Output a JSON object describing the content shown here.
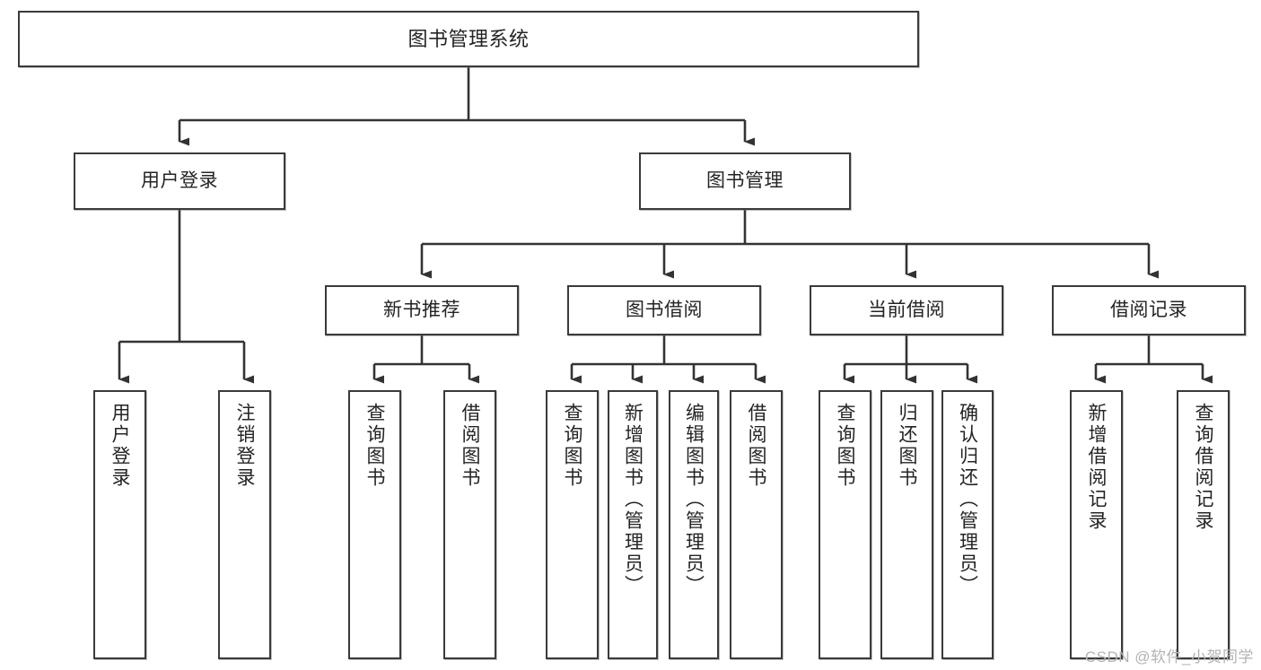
{
  "diagram": {
    "title": "图书管理系统",
    "watermark": "CSDN @软件_小贺同学",
    "line_color": "#333333",
    "box_border_color": "#3a3a3a",
    "background": "#ffffff",
    "nodes": {
      "root": {
        "label": "图书管理系统"
      },
      "level2": [
        {
          "label": "用户登录"
        },
        {
          "label": "图书管理"
        }
      ],
      "level3": [
        {
          "label": "新书推荐"
        },
        {
          "label": "图书借阅"
        },
        {
          "label": "当前借阅"
        },
        {
          "label": "借阅记录"
        }
      ],
      "leaves": {
        "user_login": [
          {
            "label": "用户登录"
          },
          {
            "label": "注销登录"
          }
        ],
        "new_book": [
          {
            "label": "查询图书"
          },
          {
            "label": "借阅图书"
          }
        ],
        "book_borrow": [
          {
            "label": "查询图书"
          },
          {
            "label": "新增图书（管理员）"
          },
          {
            "label": "编辑图书（管理员）"
          },
          {
            "label": "借阅图书"
          }
        ],
        "current_borrow": [
          {
            "label": "查询图书"
          },
          {
            "label": "归还图书"
          },
          {
            "label": "确认归还（管理员）"
          }
        ],
        "borrow_record": [
          {
            "label": "新增借阅记录"
          },
          {
            "label": "查询借阅记录"
          }
        ]
      }
    }
  }
}
